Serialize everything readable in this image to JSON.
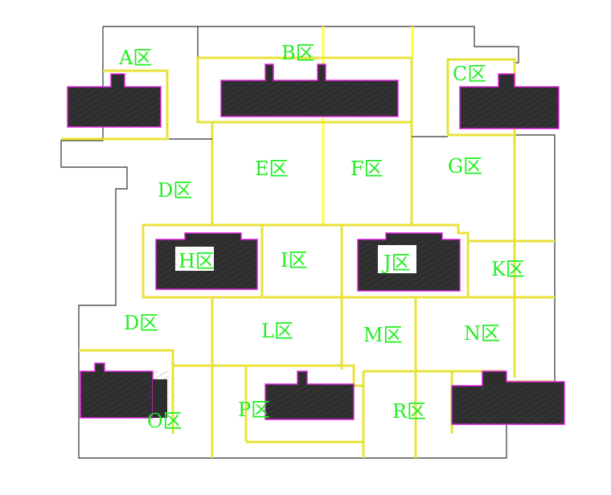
{
  "title": "Site zoning plan",
  "zones": [
    {
      "id": "A",
      "label": "A区"
    },
    {
      "id": "B",
      "label": "B区"
    },
    {
      "id": "C",
      "label": "C区"
    },
    {
      "id": "D1",
      "label": "D区"
    },
    {
      "id": "E",
      "label": "E区"
    },
    {
      "id": "F",
      "label": "F区"
    },
    {
      "id": "G",
      "label": "G区"
    },
    {
      "id": "H",
      "label": "H区"
    },
    {
      "id": "I",
      "label": "I区"
    },
    {
      "id": "J",
      "label": "J区"
    },
    {
      "id": "K",
      "label": "K区"
    },
    {
      "id": "D2",
      "label": "D区"
    },
    {
      "id": "L",
      "label": "L区"
    },
    {
      "id": "M",
      "label": "M区"
    },
    {
      "id": "N",
      "label": "N区"
    },
    {
      "id": "O",
      "label": "O区"
    },
    {
      "id": "P",
      "label": "P区"
    },
    {
      "id": "R",
      "label": "R区"
    }
  ],
  "colors": {
    "label": "#22ee22",
    "boundary": "#e8e23a",
    "building_outline": "#e020e0",
    "building_fill": "#2e2e2e"
  }
}
